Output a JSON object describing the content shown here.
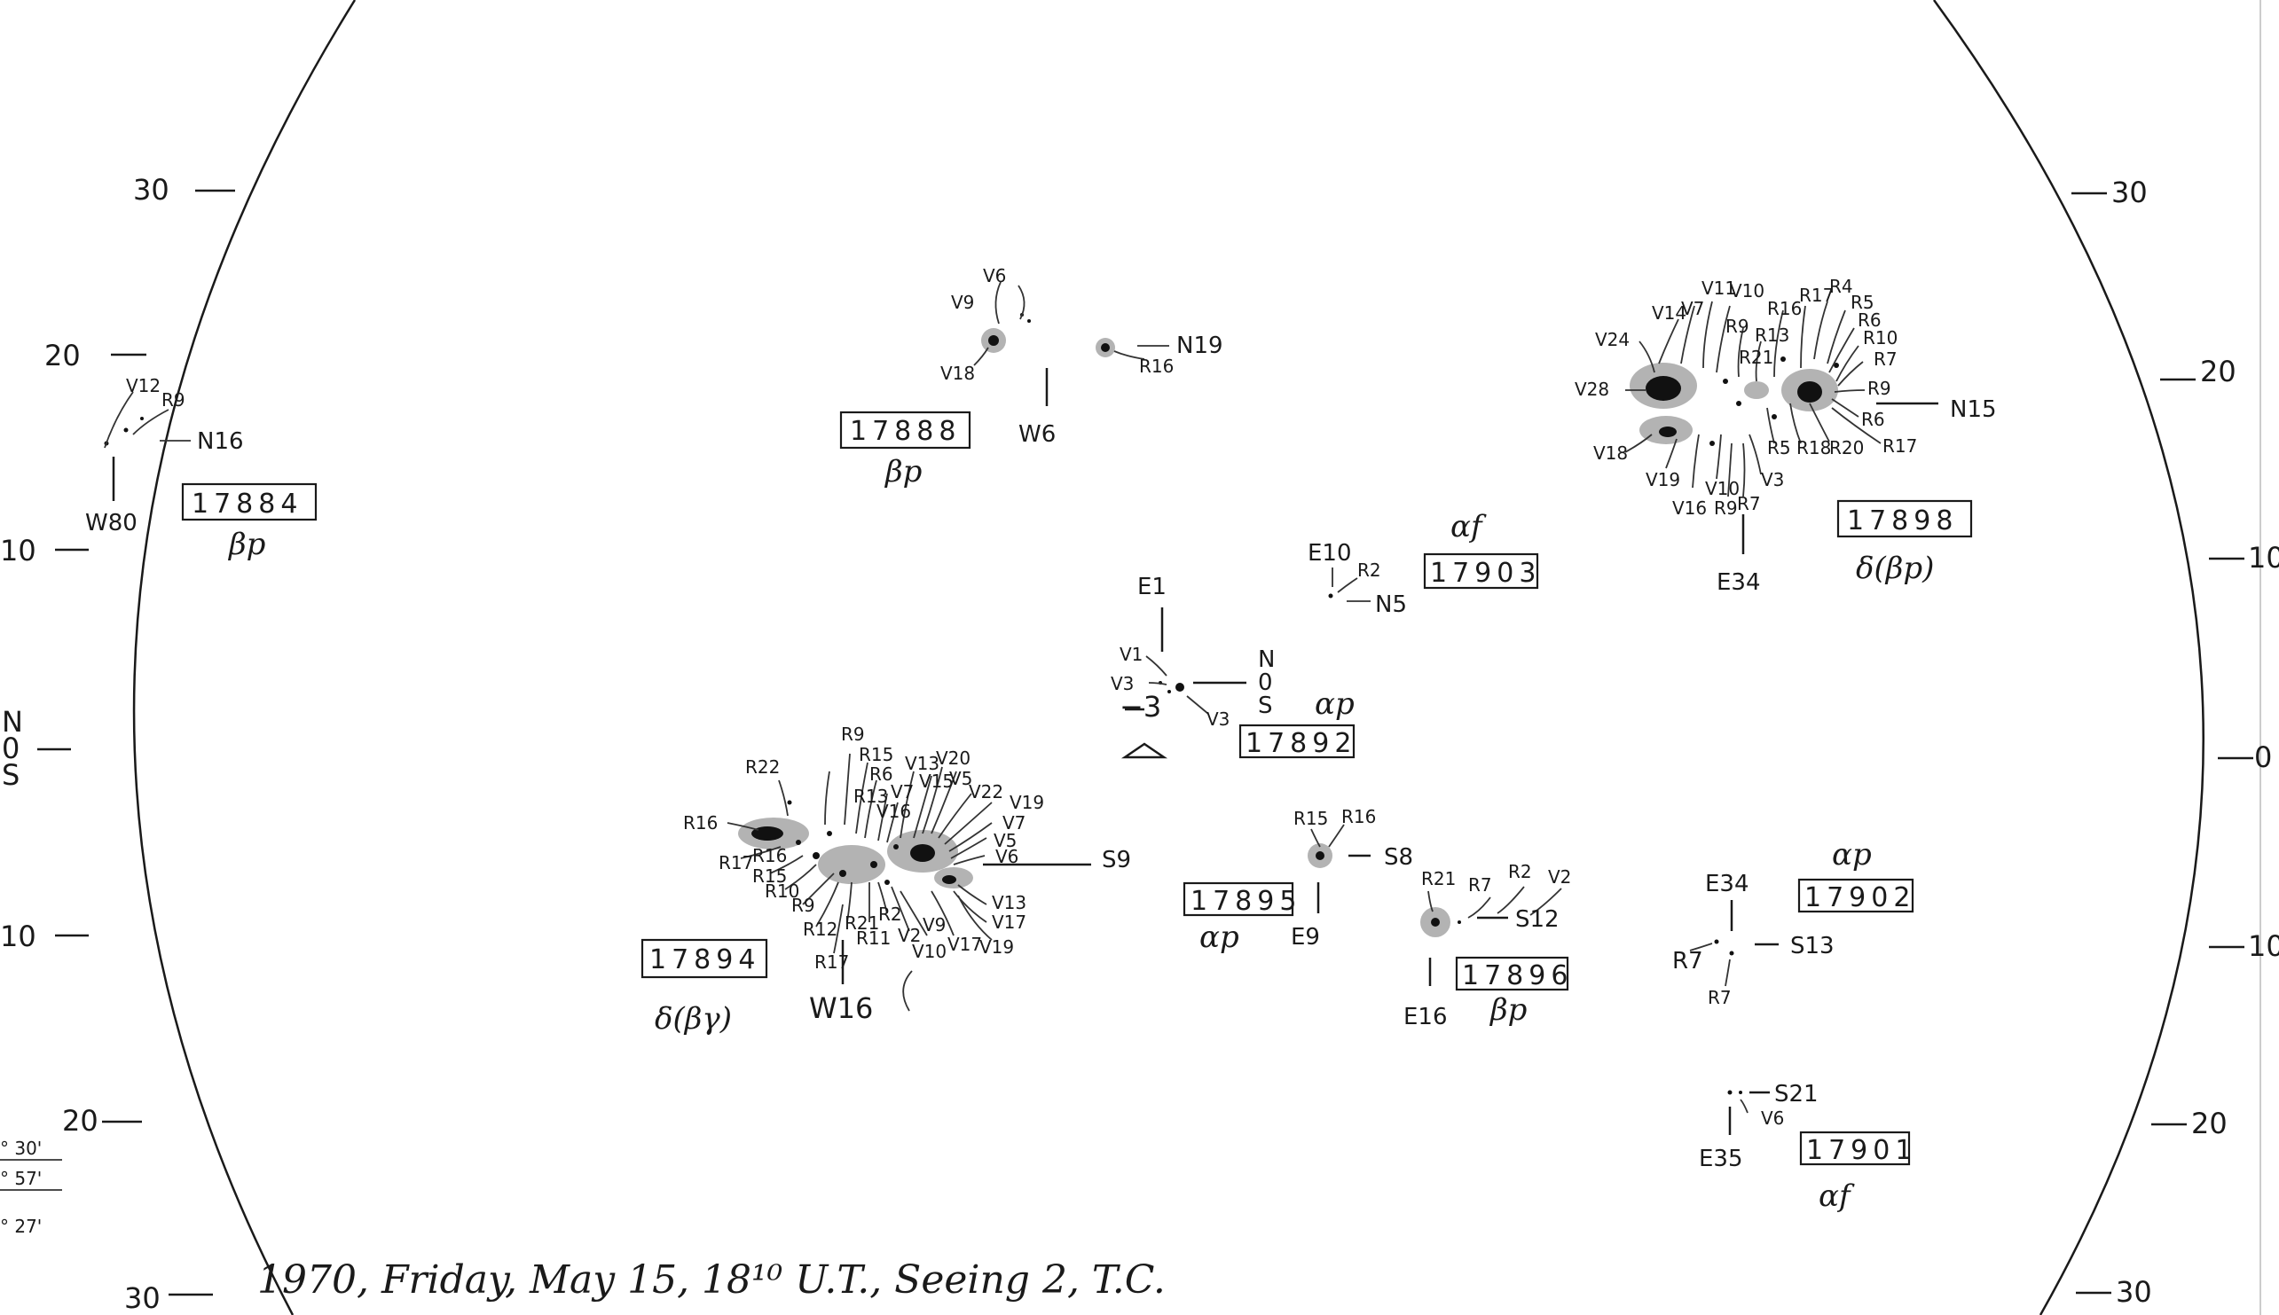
{
  "limb_scale": {
    "left": [
      "30",
      "20",
      "10",
      "N",
      "0",
      "S",
      "10",
      "20",
      "30"
    ],
    "right": [
      "30",
      "20",
      "10",
      "0",
      "10",
      "20",
      "30"
    ]
  },
  "regions": [
    {
      "number": "17884",
      "class": "βp",
      "labels": [
        "V12",
        "R9",
        "N16",
        "W80"
      ]
    },
    {
      "number": "17888",
      "class": "βp",
      "labels": [
        "V6",
        "V9",
        "V18",
        "R16",
        "N19",
        "W6"
      ]
    },
    {
      "number": "17898",
      "class": "δ(βp)",
      "labels": [
        "V14",
        "V7",
        "V11",
        "V10",
        "R9",
        "R13",
        "R16",
        "R17",
        "R4",
        "R5",
        "R6",
        "R10",
        "R7",
        "R9",
        "R6",
        "R17",
        "R20",
        "R18",
        "R5",
        "R21",
        "V24",
        "V28",
        "V18",
        "V19",
        "V10",
        "V16",
        "R9",
        "R7",
        "V3",
        "N15",
        "E34"
      ]
    },
    {
      "number": "17903",
      "class": "αf",
      "labels": [
        "E10",
        "R2",
        "N5"
      ]
    },
    {
      "number": "17892",
      "class": "αp",
      "labels": [
        "E1",
        "V1",
        "V3",
        "V3",
        "N",
        "0",
        "S",
        "−3"
      ]
    },
    {
      "number": "17894",
      "class": "δ(βγ)",
      "labels": [
        "R22",
        "R16",
        "R9",
        "R15",
        "R6",
        "R13",
        "V16",
        "V7",
        "V13",
        "V15",
        "V20",
        "V5",
        "V22",
        "V19",
        "V7",
        "V5",
        "V6",
        "R16",
        "R17",
        "R15",
        "R10",
        "R9",
        "R12",
        "R21",
        "R11",
        "R2",
        "V2",
        "V9",
        "V10",
        "V17",
        "V13",
        "V17",
        "V19",
        "R17",
        "S9",
        "W16"
      ]
    },
    {
      "number": "17895",
      "class": "αp",
      "labels": [
        "R15",
        "R16",
        "S8",
        "E9"
      ]
    },
    {
      "number": "17896",
      "class": "βp",
      "labels": [
        "R21",
        "R7",
        "R2",
        "V2",
        "S12",
        "E16"
      ]
    },
    {
      "number": "17902",
      "class": "αp",
      "labels": [
        "E34",
        "R7",
        "R7",
        "S13"
      ]
    },
    {
      "number": "17901",
      "class": "αf",
      "labels": [
        "S21",
        "V6",
        "E35"
      ]
    }
  ],
  "corner_notes": [
    "° 30'",
    "° 57'",
    "° 27'"
  ],
  "footer": "1970, Friday, May 15, 18¹⁰ U.T., Seeing 2, T.C."
}
